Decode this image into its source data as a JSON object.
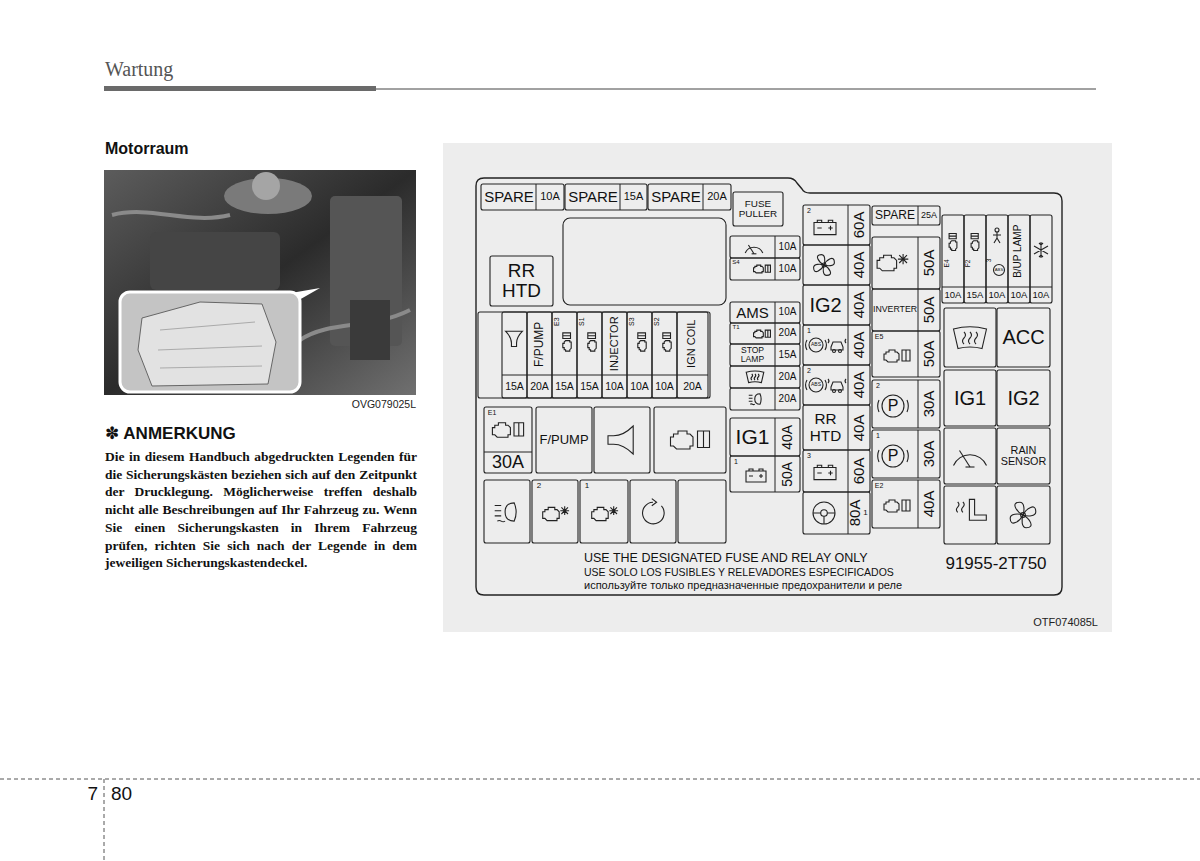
{
  "diagram": {
    "title": "Motorraum",
    "nodes": [
      {
        "text": [
          "USE THE DESIGNATED FUSE AND RELAY ONLY",
          "USE SOLO LOS FUSIBLES Y RELEVADORES ESPECIFICADOS",
          "используйте только предназначенные предохранители и реле",
          "91955-2T750"
        ]
      },
      {
        "text": [
          "SPARE",
          "10A"
        ],
        "in": 0
      },
      {
        "text": [
          "SPARE",
          "15A"
        ],
        "in": 0
      },
      {
        "text": [
          "SPARE",
          "20A"
        ],
        "in": 0
      },
      {
        "text": [
          "FUSE PULLER"
        ],
        "in": 0
      },
      {
        "text": [
          "RR HTD"
        ],
        "in": 0
      },
      {
        "text": [
          "15A"
        ],
        "in": 0
      },
      {
        "text": [
          "F/PUMP",
          "20A"
        ],
        "in": 0
      },
      {
        "text": [
          "E3",
          "15A"
        ],
        "in": 0
      },
      {
        "text": [
          "S1",
          "15A"
        ],
        "in": 0
      },
      {
        "text": [
          "INJECTOR",
          "10A"
        ],
        "in": 0
      },
      {
        "text": [
          "S3",
          "10A"
        ],
        "in": 0
      },
      {
        "text": [
          "S2",
          "10A"
        ],
        "in": 0
      },
      {
        "text": [
          "IGN COIL",
          "20A"
        ],
        "in": 0
      },
      {
        "text": [
          "E1",
          "30A"
        ],
        "in": 0
      },
      {
        "text": [
          "F/PUMP"
        ],
        "in": 0
      },
      {
        "text": [
          "2"
        ],
        "in": 0
      },
      {
        "text": [
          "1"
        ],
        "in": 0
      },
      {
        "text": [
          "10A"
        ],
        "in": 0
      },
      {
        "text": [
          "S4",
          "10A"
        ],
        "in": 0
      },
      {
        "text": [
          "AMS",
          "10A"
        ],
        "in": 0
      },
      {
        "text": [
          "T1",
          "20A"
        ],
        "in": 0
      },
      {
        "text": [
          "STOP LAMP",
          "15A"
        ],
        "in": 0
      },
      {
        "text": [
          "20A"
        ],
        "in": 0
      },
      {
        "text": [
          "20A"
        ],
        "in": 0
      },
      {
        "text": [
          "IG1",
          "40A"
        ],
        "in": 0
      },
      {
        "text": [
          "1",
          "50A"
        ],
        "in": 0
      },
      {
        "text": [
          "2",
          "60A"
        ],
        "in": 0
      },
      {
        "text": [
          "40A"
        ],
        "in": 0
      },
      {
        "text": [
          "IG2",
          "40A"
        ],
        "in": 0
      },
      {
        "text": [
          "1",
          "ABS",
          "40A"
        ],
        "in": 0
      },
      {
        "text": [
          "2",
          "ABS",
          "40A"
        ],
        "in": 0
      },
      {
        "text": [
          "RR HTD",
          "40A"
        ],
        "in": 0
      },
      {
        "text": [
          "3",
          "60A"
        ],
        "in": 0
      },
      {
        "text": [
          "80A",
          "1"
        ],
        "in": 0
      },
      {
        "text": [
          "SPARE",
          "25A"
        ],
        "in": 0
      },
      {
        "text": [
          "50A"
        ],
        "in": 0
      },
      {
        "text": [
          "INVERTER",
          "50A"
        ],
        "in": 0
      },
      {
        "text": [
          "E5",
          "50A"
        ],
        "in": 0
      },
      {
        "text": [
          "2",
          "P",
          "30A"
        ],
        "in": 0
      },
      {
        "text": [
          "1",
          "P",
          "30A"
        ],
        "in": 0
      },
      {
        "text": [
          "E2",
          "40A"
        ],
        "in": 0
      },
      {
        "text": [
          "E4",
          "10A"
        ],
        "in": 0
      },
      {
        "text": [
          "F2",
          "15A"
        ],
        "in": 0
      },
      {
        "text": [
          "3",
          "ABS",
          "10A"
        ],
        "in": 0
      },
      {
        "text": [
          "B/UP LAMP",
          "10A"
        ],
        "in": 0
      },
      {
        "text": [
          "10A"
        ],
        "in": 0
      },
      {
        "text": [
          "ACC"
        ],
        "in": 0
      },
      {
        "text": [
          "IG1"
        ],
        "in": 0
      },
      {
        "text": [
          "IG2"
        ],
        "in": 0
      },
      {
        "text": [
          "RAIN SENSOR"
        ],
        "in": 0
      }
    ],
    "labels": [
      "Wartung",
      "OVG079025L",
      "✽ ANMERKUNG",
      "Die in diesem Handbuch abgedruckten Legenden für die Sicherungskästen beziehen sich auf den Zeitpunkt der Drucklegung. Möglicherweise treffen deshalb nicht alle Beschreibungen auf Ihr Fahrzeug zu. Wenn Sie einen Sicherungskasten in Ihrem Fahrzeug prüfen, richten Sie sich nach der Legende in dem jeweiligen Sicherungskastendeckel.",
      "OTF074085L",
      "7",
      "80"
    ]
  }
}
